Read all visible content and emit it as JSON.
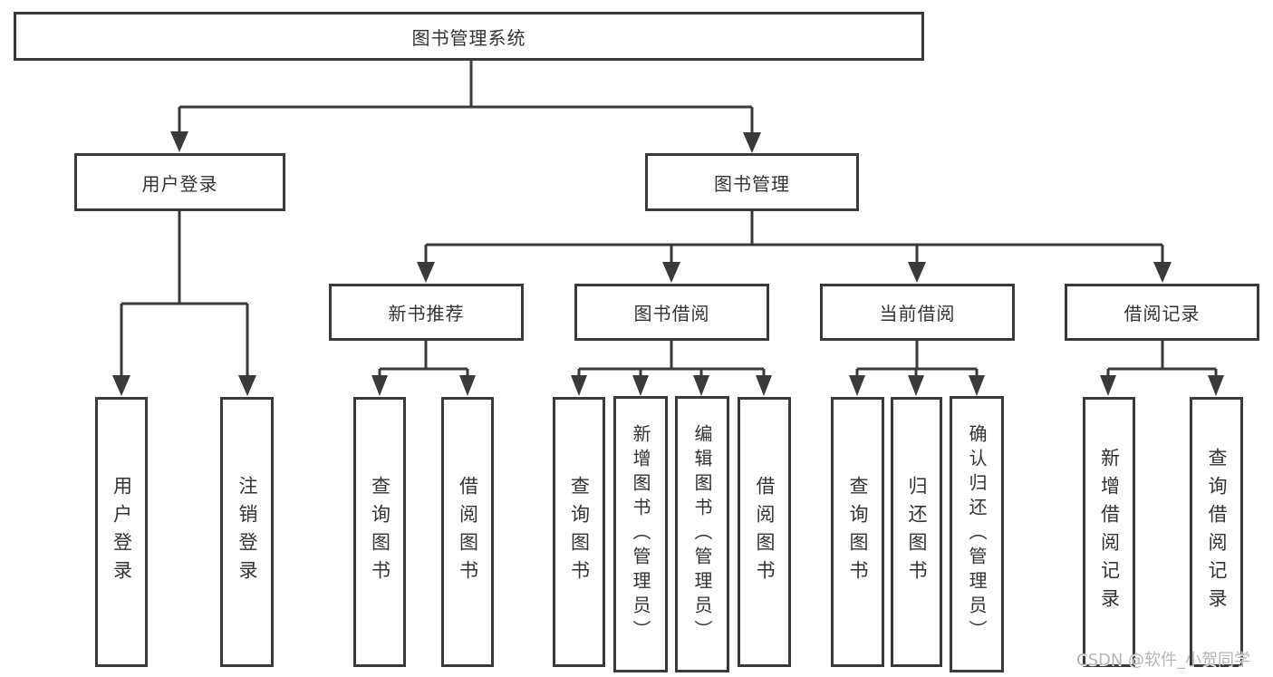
{
  "diagram": {
    "title": "图书管理系统",
    "level2": [
      {
        "label": "用户登录"
      },
      {
        "label": "图书管理"
      }
    ],
    "level3": [
      {
        "label": "新书推荐"
      },
      {
        "label": "图书借阅"
      },
      {
        "label": "当前借阅"
      },
      {
        "label": "借阅记录"
      }
    ],
    "leaves": [
      {
        "label": "用户登录"
      },
      {
        "label": "注销登录"
      },
      {
        "label": "查询图书"
      },
      {
        "label": "借阅图书"
      },
      {
        "label": "查询图书"
      },
      {
        "label": "新增图书（管理员）"
      },
      {
        "label": "编辑图书（管理员）"
      },
      {
        "label": "借阅图书"
      },
      {
        "label": "查询图书"
      },
      {
        "label": "归还图书"
      },
      {
        "label": "确认归还（管理员）"
      },
      {
        "label": "新增借阅记录"
      },
      {
        "label": "查询借阅记录"
      }
    ],
    "watermark": "CSDN @软件_小贺同学",
    "colors": {
      "line": "#3a3a3a",
      "text": "#333333",
      "watermark": "#b5b5b5",
      "background": "#ffffff"
    }
  }
}
